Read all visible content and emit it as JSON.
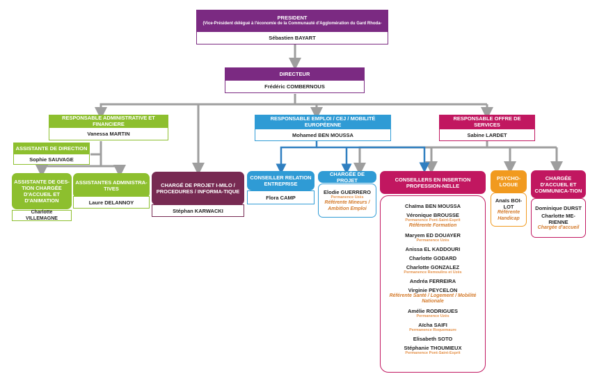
{
  "president": {
    "title": "PRESIDENT",
    "subtitle": "(Vice-Président délégué à l'économie de la Communauté d'Agglomération du Gard Rhoda-",
    "name": "Sébastien BAYART"
  },
  "directeur": {
    "title": "DIRECTEUR",
    "name": "Frédéric COMBERNOUS"
  },
  "raf": {
    "title": "RESPONSABLE ADMINISTRATIVE ET FINANCIERE",
    "name": "Vanessa MARTIN"
  },
  "emploi": {
    "title": "RESPONSABLE EMPLOI / CEJ / MOBILITÉ EUROPÉENNE",
    "name": "Mohamed BEN MOUSSA"
  },
  "offre": {
    "title": "RESPONSABLE OFFRE DE SERVICES",
    "name": "Sabine LARDET"
  },
  "assist_direction": {
    "title": "ASSISTANTE DE DIRECTION",
    "name": "Sophie SAUVAGE"
  },
  "assist_gestion": {
    "title": "ASSISTANTE DE GES-TION CHARGÉE D'ACCUEIL ET D'ANIMATION",
    "name": "Charlotte VILLEMAGNE"
  },
  "assist_admin": {
    "title": "ASSISTANTES ADMINISTRA-TIVES",
    "name": "Laure DELANNOY"
  },
  "projet_imilo": {
    "title": "CHARGÉ DE PROJET I-MILO / PROCEDURES / INFORMA-TIQUE",
    "name": "Stéphan KARWACKI"
  },
  "relation_entreprise": {
    "title": "CONSEILLER RELATION ENTREPRISE",
    "name": "Flora CAMP"
  },
  "charge_projet": {
    "title": "CHARGÉE DE PROJET",
    "name": "Elodie GUERRERO",
    "perm": "Permanence Uzès",
    "note": "Référente Mineurs / Ambition Emploi"
  },
  "conseillers": {
    "title": "CONSEILLERS EN INSERTION PROFESSION-NELLE",
    "entries": [
      {
        "name": "Chaïma BEN MOUSSA"
      },
      {
        "name": "Véronique BROUSSE",
        "perm": "Permanence Pont-Saint-Esprit",
        "note": "Référente Formation"
      },
      {
        "name": "Maryem ED DOUAYER",
        "perm": "Permanence Uzès"
      },
      {
        "name": "Anissa EL KADDOURI"
      },
      {
        "name": "Charlotte GODARD"
      },
      {
        "name": "Charlotte GONZALEZ",
        "perm": "Permanence Remoulins et Uzès"
      },
      {
        "name": "Andréa FERREIRA"
      },
      {
        "name": "Virginie PEYCELON",
        "note": "Référente Santé / Logement / Mobilité Nationale"
      },
      {
        "name": "Amélie RODRIGUES",
        "perm": "Permanence Uzès"
      },
      {
        "name": "Aïcha SAIFI",
        "perm": "Permanence Roquemaure"
      },
      {
        "name": "Elisabeth SOTO"
      },
      {
        "name": "Stéphanie THOUMIEUX",
        "perm": "Permanence Pont-Saint-Esprit"
      }
    ]
  },
  "psychologue": {
    "title": "PSYCHO-LOGUE",
    "name": "Anaïs BOI-LOT",
    "note": "Référente Handicap"
  },
  "accueil": {
    "title": "CHARGÉE D'ACCUEIL ET COMMUNICA-TION",
    "names": [
      "Dominique DURST",
      "Charlotte ME-RIENNE"
    ],
    "note": "Chargée d'accueil"
  },
  "colors": {
    "purple": "#7b2a82",
    "green": "#8dbf2e",
    "blue": "#2f9bd5",
    "magenta": "#c11760",
    "plum": "#772a52",
    "orange": "#f19a1f",
    "connector": "#9e9e9e"
  }
}
